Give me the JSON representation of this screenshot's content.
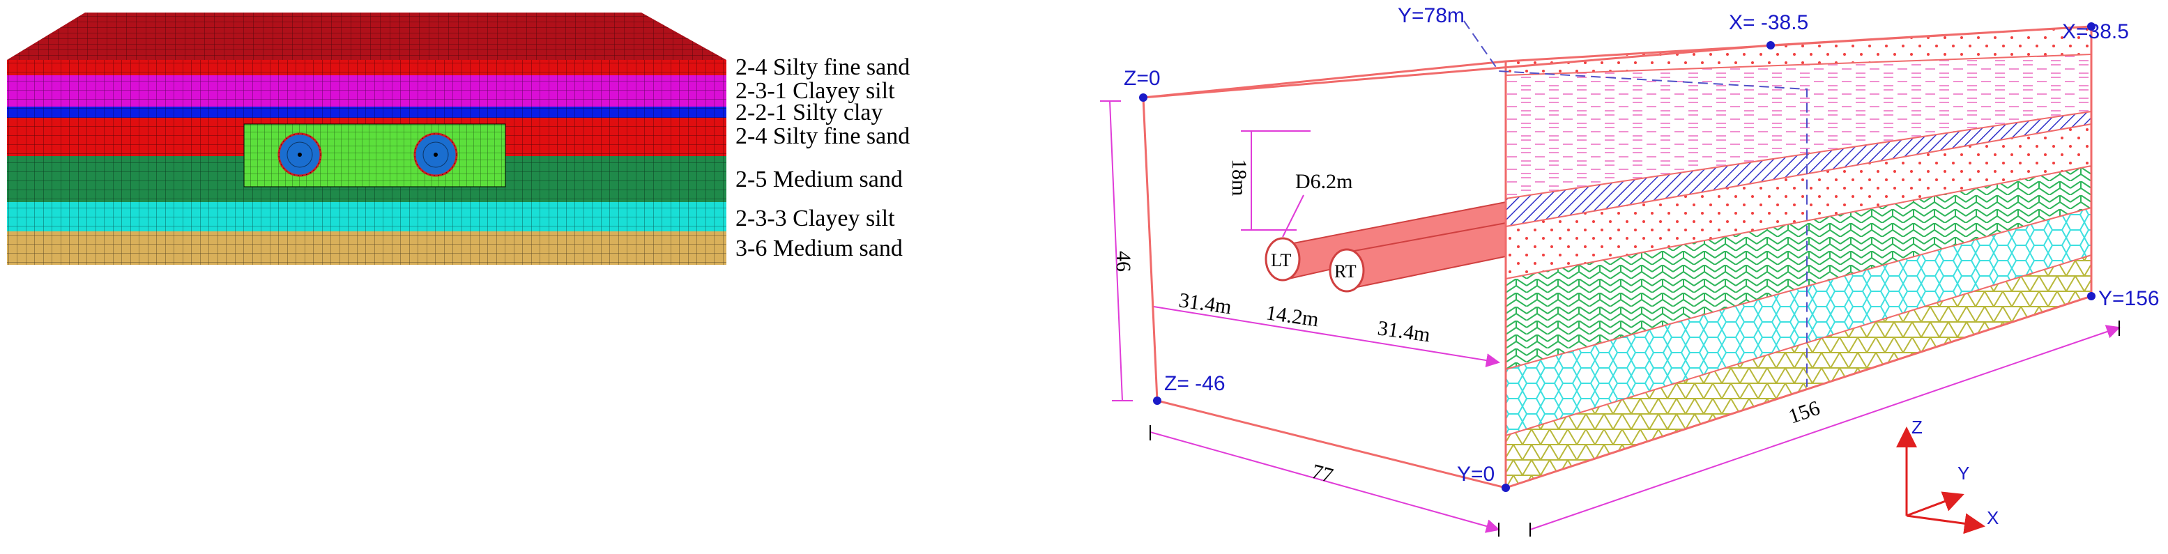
{
  "left_panel": {
    "layers": [
      {
        "label": "2-4 Silty fine sand",
        "color": "#e00e10"
      },
      {
        "label": "2-3-1 Clayey silt",
        "color": "#da0ed6"
      },
      {
        "label": "2-2-1 Silty clay",
        "color": "#0a1ee6"
      },
      {
        "label": "2-4 Silty fine sand",
        "color": "#e00e10"
      },
      {
        "label": "2-5 Medium sand",
        "color": "#1f8a4a"
      },
      {
        "label": "2-3-3 Clayey silt",
        "color": "#19dfd6"
      },
      {
        "label": "3-6 Medium sand",
        "color": "#d9b05a"
      }
    ],
    "top_color": "#b0101a",
    "refined_zone_color": "#5ce03c",
    "tunnel_color": "#1a6ed0"
  },
  "right_panel": {
    "corner_labels": {
      "z0": "Z=0",
      "z_bottom": "Z= -46",
      "y0": "Y=0",
      "y_end": "Y=156",
      "y_mid": "Y=78m",
      "x_left": "X= -38.5",
      "x_right": "X=38.5"
    },
    "dimensions": {
      "depth": "46",
      "width": "77",
      "length": "156",
      "cover": "18m",
      "diameter": "D6.2m",
      "left_offset": "31.4m",
      "spacing": "14.2m",
      "right_offset": "31.4m"
    },
    "tunnels": {
      "left": "LT",
      "right": "RT"
    },
    "axes": {
      "z": "Z",
      "y": "Y",
      "x": "X"
    },
    "colors": {
      "outline": "#f06a6a",
      "tunnel_fill": "#f58080",
      "blue_label": "#1a1ac8",
      "green": "#2fb55a",
      "cyan": "#3ee0e0",
      "olive": "#b8b83a",
      "pink": "#f090d0",
      "red": "#f04040",
      "hatch": "#3030c8"
    }
  }
}
